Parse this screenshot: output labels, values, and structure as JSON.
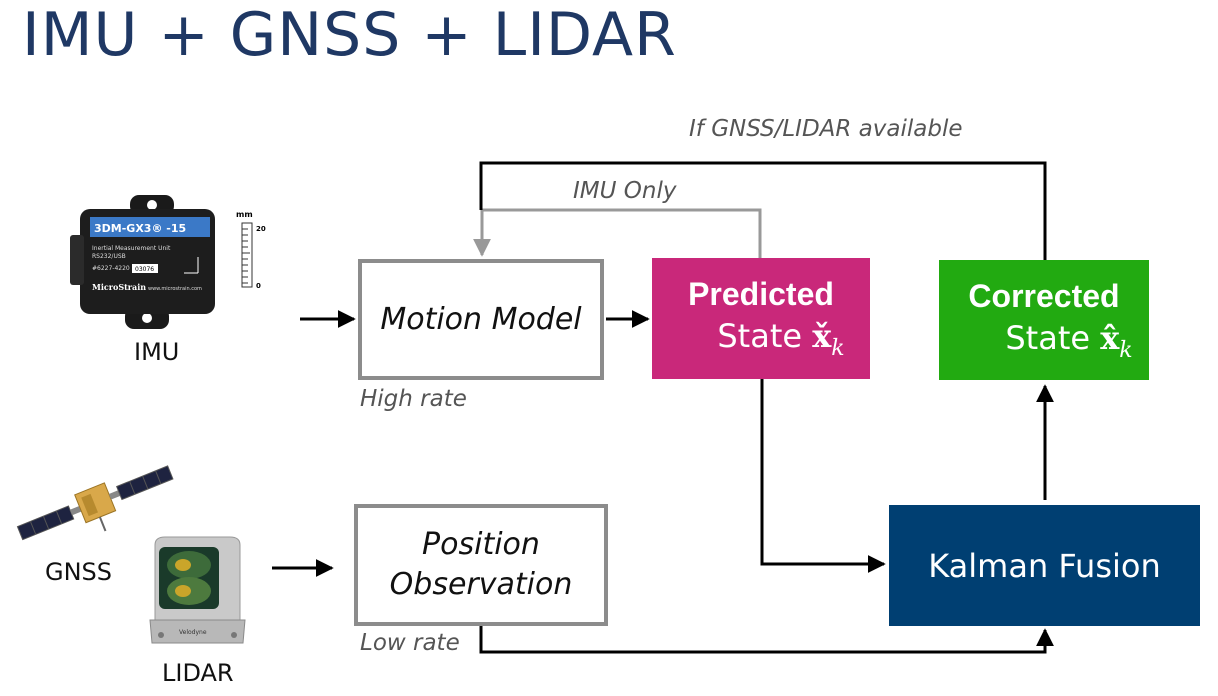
{
  "title": "IMU + GNSS + LIDAR",
  "labels": {
    "gnss_lidar_available": "If GNSS/LIDAR available",
    "imu_only": "IMU Only",
    "high_rate": "High rate",
    "low_rate": "Low rate"
  },
  "nodes": {
    "motion_model": "Motion Model",
    "position_observation_line1": "Position",
    "position_observation_line2": "Observation",
    "predicted_title": "Predicted",
    "predicted_state": "State",
    "corrected_title": "Corrected",
    "corrected_state": "State",
    "kalman_fusion": "Kalman Fusion"
  },
  "math": {
    "predicted_symbol": "x̌",
    "corrected_symbol": "x̂",
    "subscript": "k"
  },
  "devices": {
    "imu": {
      "label": "IMU",
      "model_text": "3DM-GX3® -15",
      "desc_line1": "Inertial Measurement Unit",
      "desc_line2": "RS232/USB",
      "part_number": "#6227-4220",
      "serial": "03076",
      "brand": "MicroStrain",
      "url": "www.microstrain.com",
      "scale_unit": "mm",
      "scale_max": "20",
      "scale_min": "0"
    },
    "gnss": {
      "label": "GNSS"
    },
    "lidar": {
      "label": "LIDAR",
      "brand": "Velodyne"
    }
  },
  "colors": {
    "title": "#1f3864",
    "predicted": "#c9287a",
    "corrected": "#22aa11",
    "kalman": "#003f72",
    "imu_only_wire": "#999999",
    "wire": "#000000"
  }
}
